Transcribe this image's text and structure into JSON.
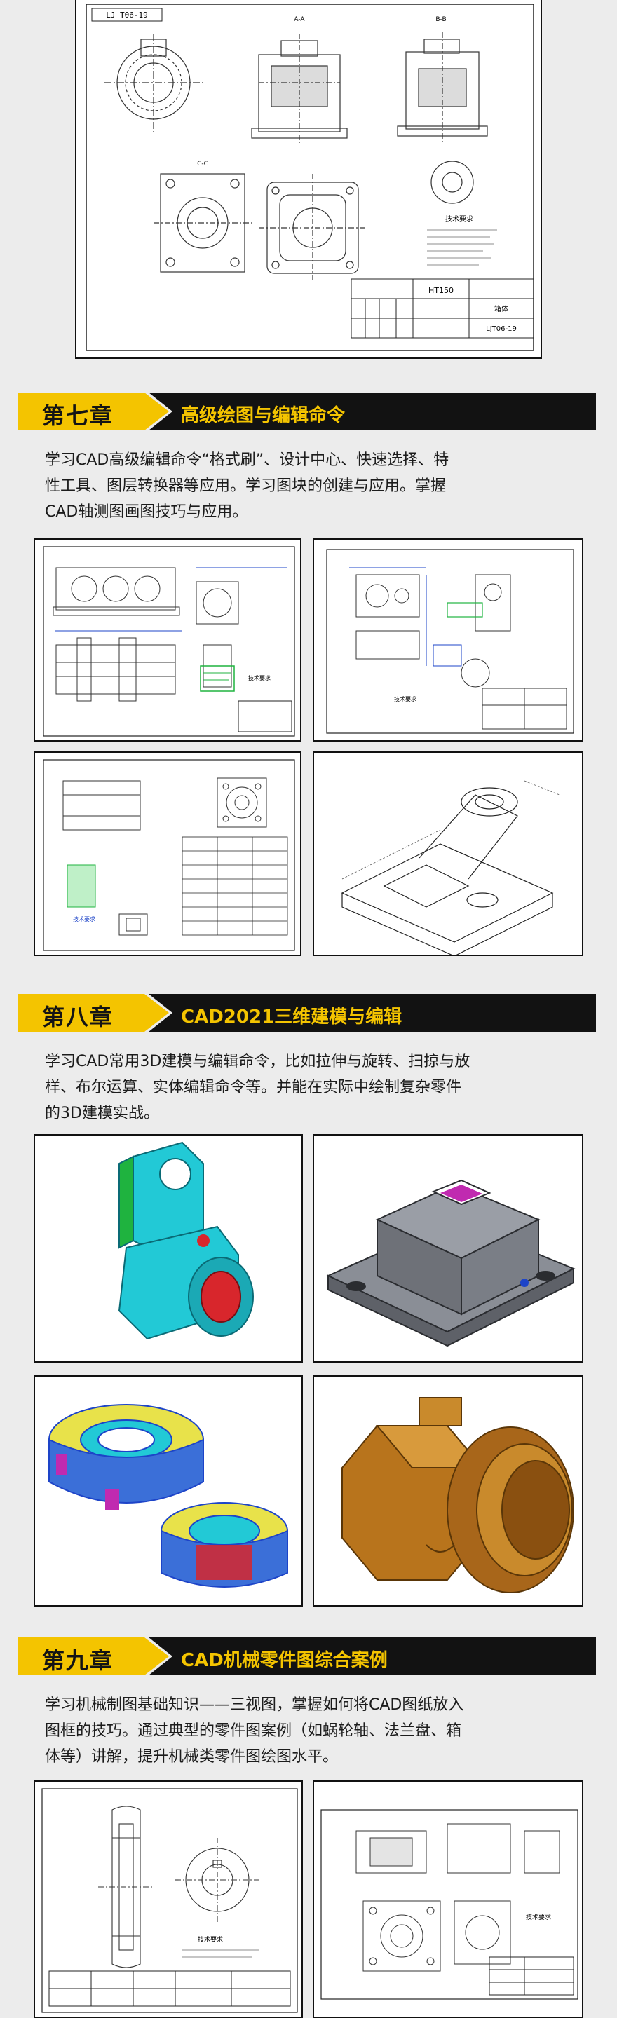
{
  "colors": {
    "accent_yellow": "#f4c400",
    "banner_black": "#121212",
    "page_bg": "#ececec",
    "cyan_model": "#22c9d6",
    "red_bore": "#d8262c",
    "bronze": "#b8741c",
    "gray_metal": "#7a7e86",
    "magenta_model": "#c02ab0",
    "cad_green": "#1fb33f",
    "cad_blue": "#1d44c8"
  },
  "top_drawing": {
    "sheet_code": "LJ T06-19",
    "section_a": "A-A",
    "section_b": "B-B",
    "section_c": "C-C",
    "tech_title": "技术要求",
    "material": "HT150",
    "part_name": "箱体",
    "drawing_no": "LJT06-19"
  },
  "chapters": [
    {
      "number": "第七章",
      "title": "高级绘图与编辑命令",
      "desc_lines": [
        "学习CAD高级编辑命令“格式刷”、设计中心、快速选择、特",
        "性工具、图层转换器等应用。学习图块的创建与应用。掌握",
        "CAD轴测图画图技巧与应用。"
      ]
    },
    {
      "number": "第八章",
      "title": "CAD2021三维建模与编辑",
      "desc_lines": [
        "学习CAD常用3D建模与编辑命令，比如拉伸与旋转、扫掠与放",
        "样、布尔运算、实体编辑命令等。并能在实际中绘制复杂零件",
        "的3D建模实战。"
      ]
    },
    {
      "number": "第九章",
      "title": "CAD机械零件图综合案例",
      "desc_lines": [
        "学习机械制图基础知识——三视图，掌握如何将CAD图纸放入",
        "图框的技巧。通过典型的零件图案例（如蜗轮轴、法兰盘、箱",
        "体等）讲解，提升机械类零件图绘图水平。"
      ]
    }
  ],
  "gallery": {
    "ch7": [
      {
        "note": "技术要求"
      },
      {
        "note": "技术要求"
      },
      {
        "note": "技术要求"
      },
      {
        "note": ""
      }
    ],
    "ch9": [
      {
        "note": "技术要求"
      },
      {
        "note": "技术要求"
      }
    ]
  }
}
